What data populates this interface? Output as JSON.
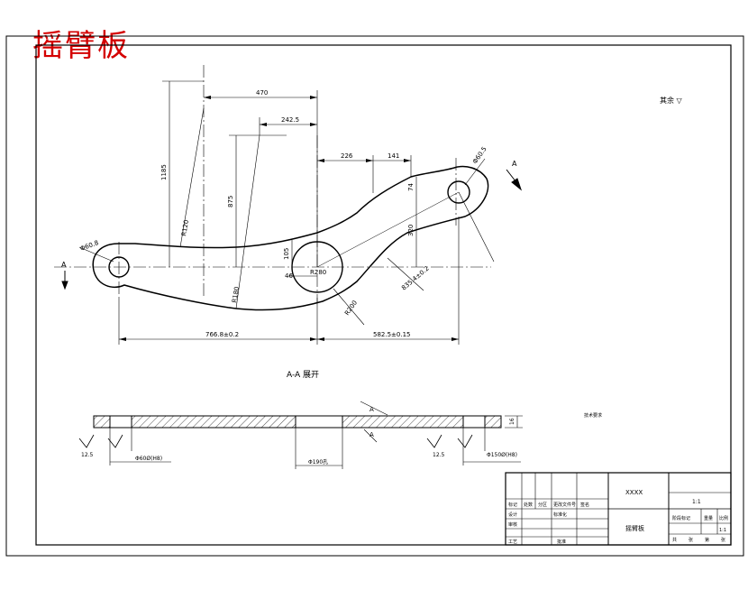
{
  "drawing": {
    "title_cn": "摇臂板",
    "section_label": "A-A 展开",
    "section_mark_a": "A",
    "roughness_note": "其余 ▽",
    "dims": {
      "d470": "470",
      "d242_5": "242.5",
      "d226": "226",
      "d141": "141",
      "d1185": "1185",
      "d875": "875",
      "r120": "R120",
      "r180": "R180",
      "d74": "74",
      "d320": "320",
      "d105": "105",
      "d46": "46",
      "phi60_left": "Φ60.8",
      "phi60_right": "Φ60.5",
      "d766": "766.8±0.2",
      "d582": "582.5±0.15",
      "d835": "835.4±0.2",
      "r200": "R200",
      "r280": "R280",
      "section_left_bore": "Φ60Ø(H8)",
      "section_mid_bore": "Φ190孔",
      "section_right_bore": "Φ150Ø(H8)",
      "section_thk": "16",
      "section_rough1": "12.5",
      "section_rough2": "12.5",
      "note_text": "技术要求"
    }
  },
  "title_block": {
    "company": "XXXX",
    "scale": "1:1",
    "drawing_name": "摇臂板",
    "row_labels": [
      "标记",
      "处数",
      "分区",
      "更改文件号",
      "签名"
    ],
    "side_labels": [
      "设计",
      "审核",
      "工艺",
      "批准"
    ],
    "std_label": "标准化",
    "stage_label": "阶段标记",
    "weight_label": "重量",
    "ratio_label": "比例",
    "sheet_labels": [
      "共",
      "张",
      "第",
      "张"
    ]
  }
}
